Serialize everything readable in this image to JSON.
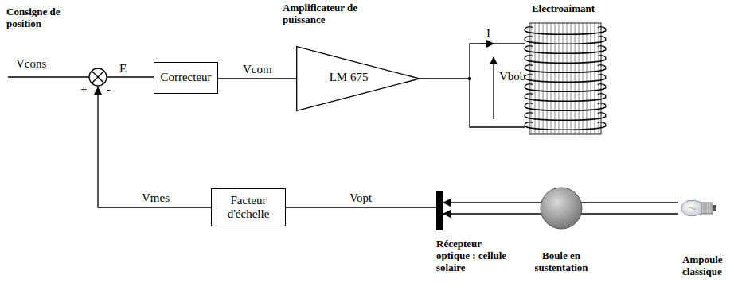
{
  "diagram": {
    "nodes": [
      {
        "text": [
          "Correcteur"
        ]
      },
      {
        "text": [
          "Amplificateur de puissance",
          "LM 675"
        ]
      },
      {
        "text": [
          "Electroaimant"
        ]
      },
      {
        "text": [
          "Facteur d'échelle"
        ]
      },
      {
        "text": [
          "Récepteur optique : cellule solaire"
        ]
      },
      {
        "text": [
          "Boule en sustentation"
        ]
      },
      {
        "text": [
          "Ampoule classique"
        ]
      }
    ],
    "edges": [
      {
        "from": 0,
        "to": 1,
        "label": "Vcom",
        "arrow": "none"
      },
      {
        "from": 1,
        "to": 2,
        "arrow": "none"
      },
      {
        "from": 4,
        "to": 3,
        "label": "Vopt",
        "arrow": "none"
      },
      {
        "from": 6,
        "to": 4,
        "arrow": "to"
      }
    ],
    "labels": [
      "Consigne de position",
      "Vcons",
      "+",
      "-",
      "E",
      "Vmes",
      "I",
      "Vbob"
    ]
  }
}
